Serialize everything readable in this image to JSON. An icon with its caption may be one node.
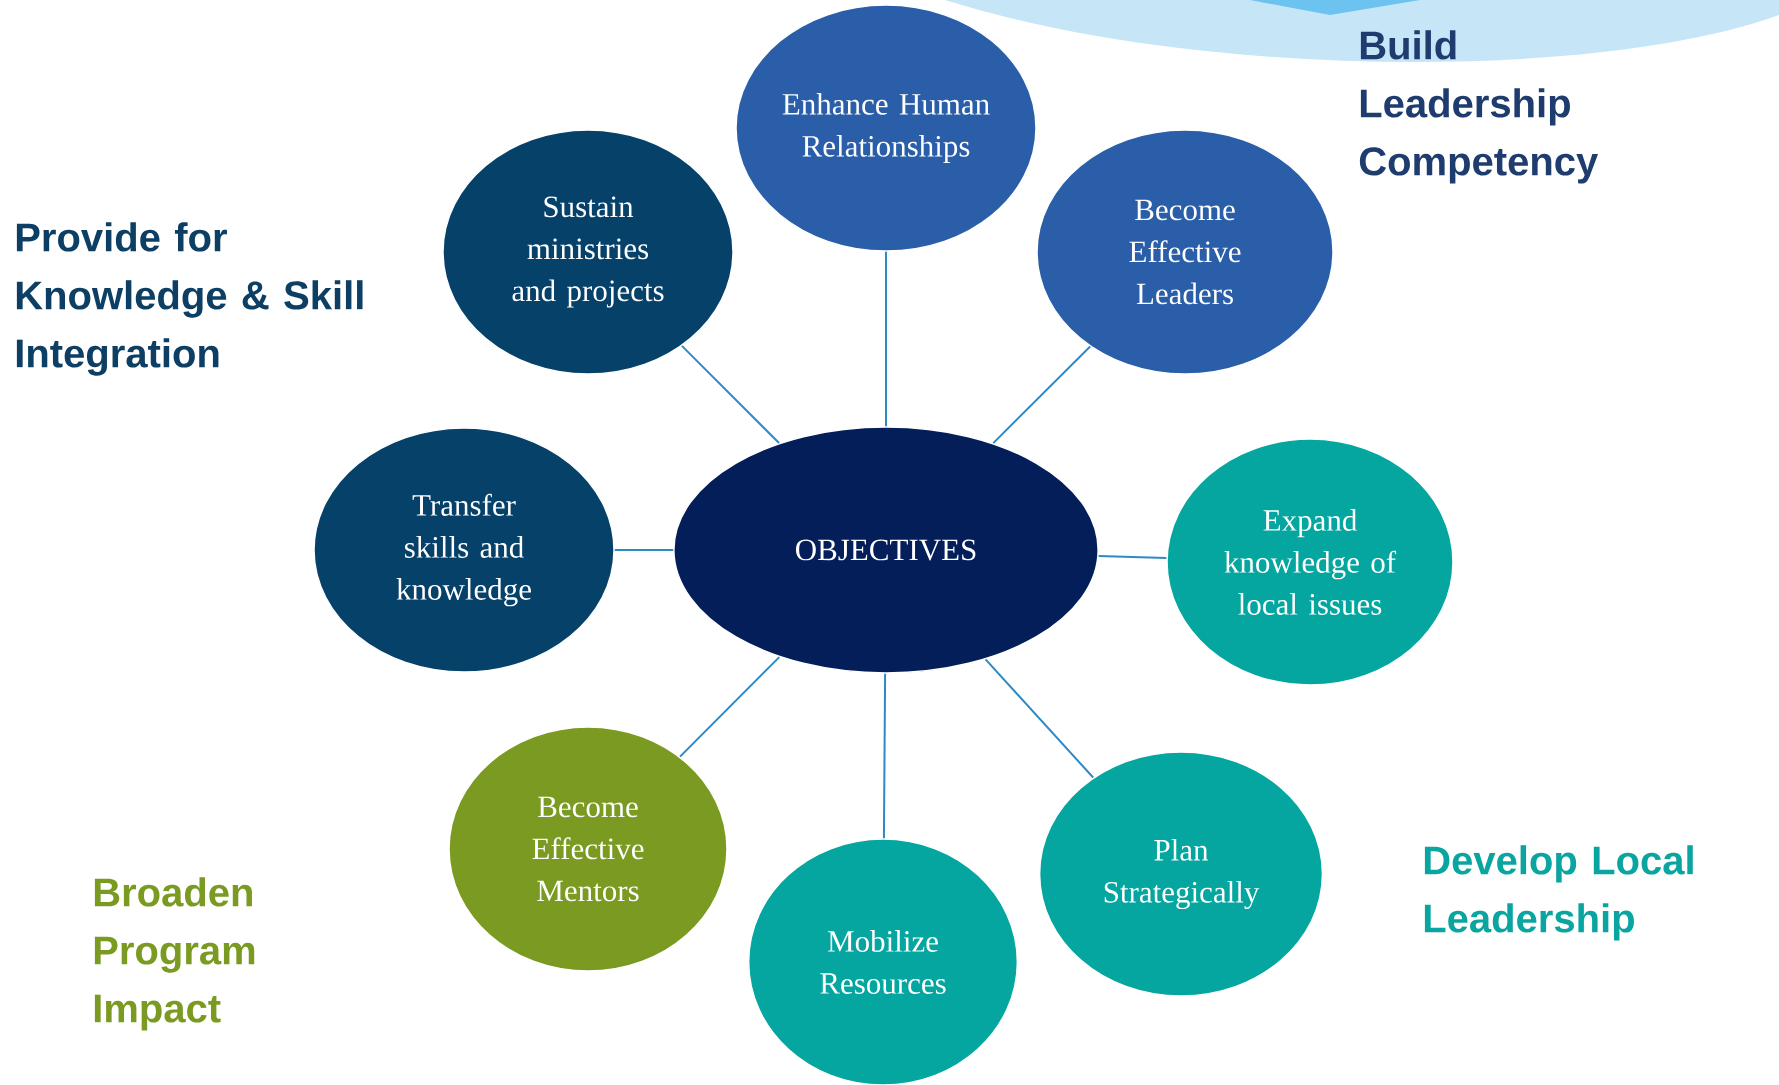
{
  "diagram": {
    "nodes": [
      {
        "text": [
          "Enhance Human Relationships"
        ]
      },
      {
        "text": [
          "Sustain ministries and projects"
        ]
      },
      {
        "text": [
          "Become Effective Leaders"
        ]
      },
      {
        "text": [
          "Transfer skills and knowledge"
        ]
      },
      {
        "text": [
          "OBJECTIVES"
        ]
      },
      {
        "text": [
          "Expand knowledge of local issues"
        ]
      },
      {
        "text": [
          "Become Effective Mentors"
        ]
      },
      {
        "text": [
          "Plan Strategically"
        ]
      },
      {
        "text": [
          "Mobilize Resources"
        ]
      }
    ],
    "edges": [
      {
        "from": 4,
        "to": 0,
        "arrow": "none"
      },
      {
        "from": 4,
        "to": 1,
        "arrow": "none"
      },
      {
        "from": 4,
        "to": 2,
        "arrow": "none"
      },
      {
        "from": 4,
        "to": 3,
        "arrow": "none"
      },
      {
        "from": 4,
        "to": 5,
        "arrow": "none"
      },
      {
        "from": 4,
        "to": 6,
        "arrow": "none"
      },
      {
        "from": 4,
        "to": 7,
        "arrow": "none"
      },
      {
        "from": 4,
        "to": 8,
        "arrow": "none"
      }
    ],
    "labels": [
      "Build Leadership Competency",
      "Provide for Knowledge & Skill Integration",
      "Develop Local Leadership",
      "Broaden Program Impact"
    ]
  }
}
